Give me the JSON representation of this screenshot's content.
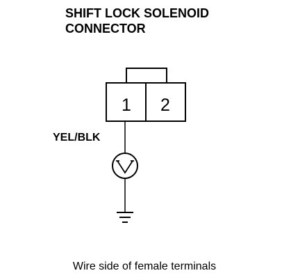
{
  "title": {
    "line1": "SHIFT LOCK SOLENOID",
    "line2": "CONNECTOR"
  },
  "connector": {
    "pins": [
      "1",
      "2"
    ]
  },
  "wire": {
    "label": "YEL/BLK"
  },
  "meter": {
    "symbol": "V",
    "icon": "voltmeter-icon"
  },
  "ground": {
    "icon": "ground-icon"
  },
  "caption": "Wire side of female terminals"
}
